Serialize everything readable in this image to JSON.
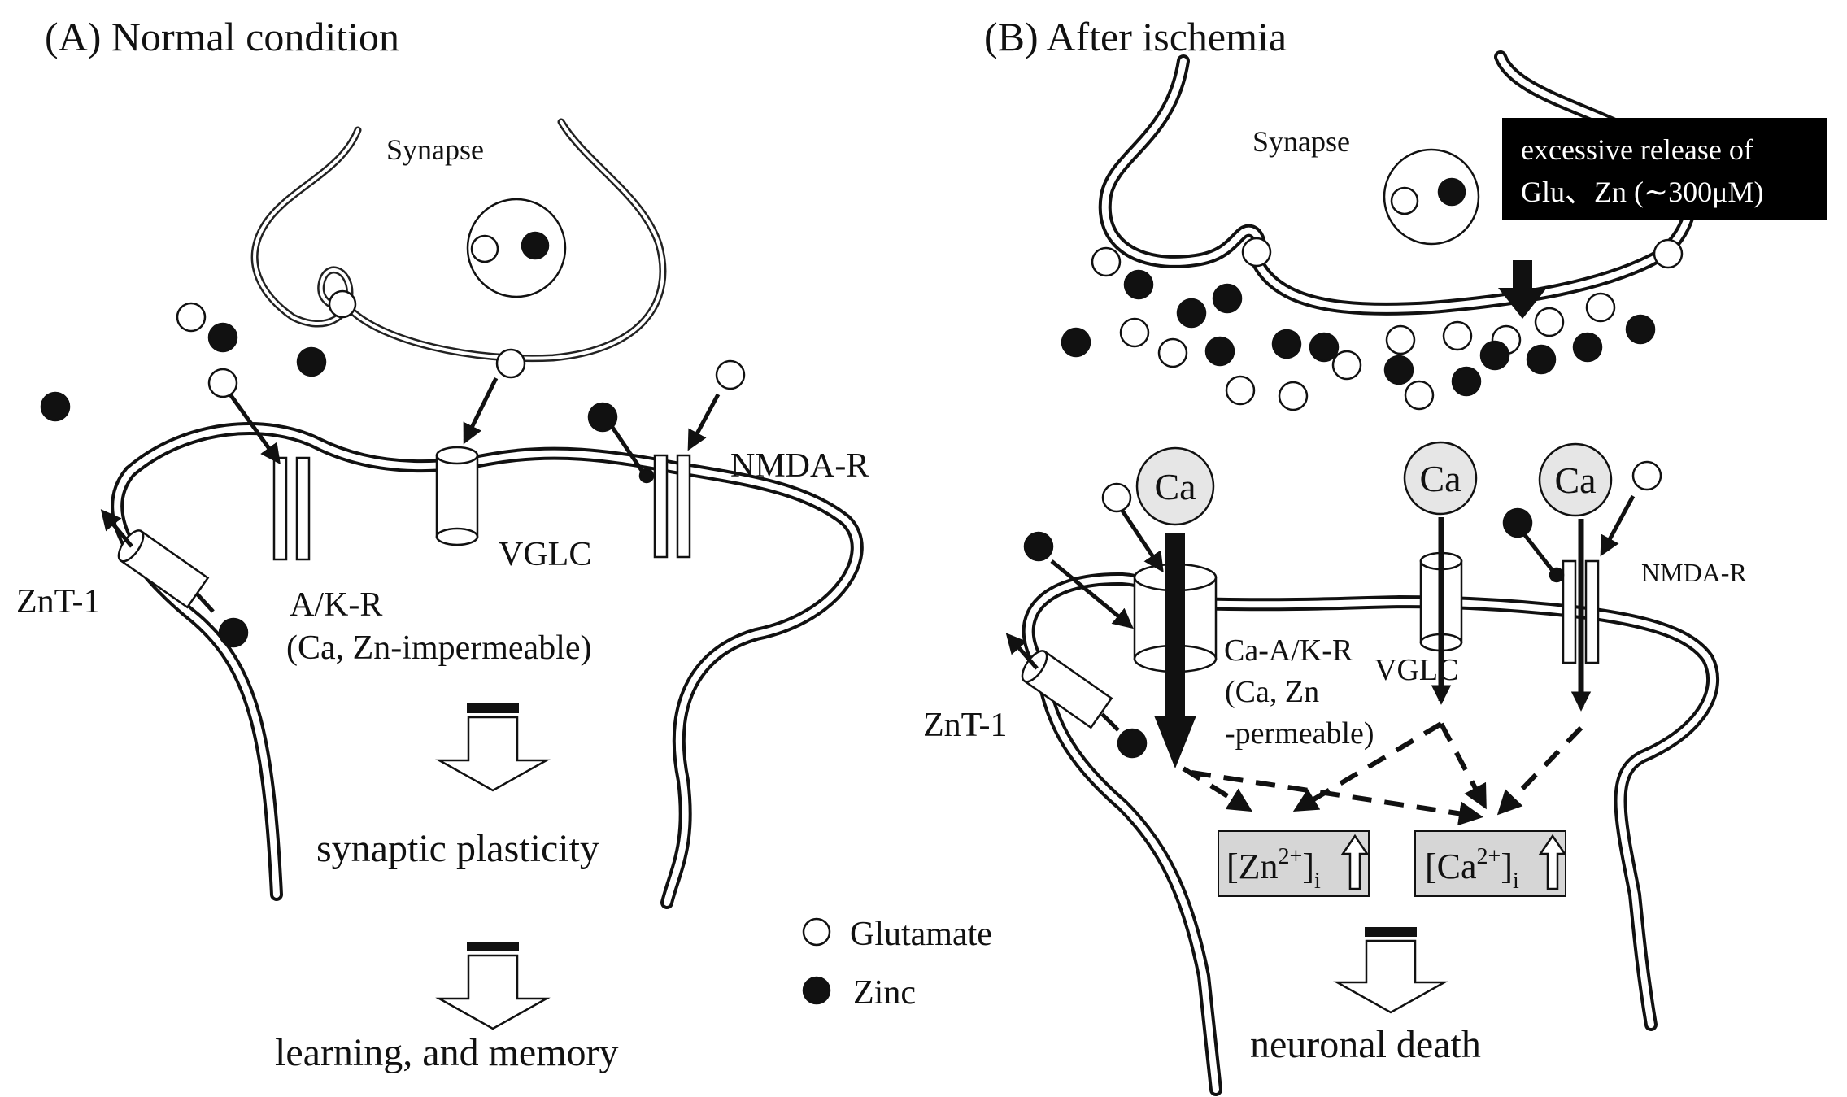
{
  "panel_a": {
    "title": "(A) Normal condition",
    "synapse_label": "Synapse",
    "nmda_label": "NMDA-R",
    "vglc_label": "VGLC",
    "znt_label": "ZnT-1",
    "ak_label": "A/K-R",
    "ak_note": "(Ca, Zn-impermeable)",
    "outcome_1": "synaptic plasticity",
    "outcome_2": "learning, and memory"
  },
  "panel_b": {
    "title": "(B) After ischemia",
    "synapse_label": "Synapse",
    "release_line_1": "excessive release of",
    "release_line_2": "Glu、Zn (∼300μM)",
    "ca_label": "Ca",
    "ca_ak_label": "Ca-A/K-R",
    "ca_ak_note_1": "(Ca, Zn",
    "ca_ak_note_2": "-permeable)",
    "vglc_label": "VGLC",
    "nmda_label": "NMDA-R",
    "znt_label": "ZnT-1",
    "zn_conc": {
      "open": "[Zn",
      "sup": "2+",
      "close": "]",
      "sub": "i"
    },
    "ca_conc": {
      "open": "[Ca",
      "sup": "2+",
      "close": "]",
      "sub": "i"
    },
    "outcome": "neuronal death"
  },
  "legend": {
    "glutamate": "Glutamate",
    "zinc": "Zinc"
  },
  "colors": {
    "glutamate_fill": "#ffffff",
    "zinc_fill": "#111111",
    "ca_ball_fill": "#e6e6e6",
    "ion_box_fill": "#d6d6d6",
    "release_box_fill": "#000000"
  }
}
